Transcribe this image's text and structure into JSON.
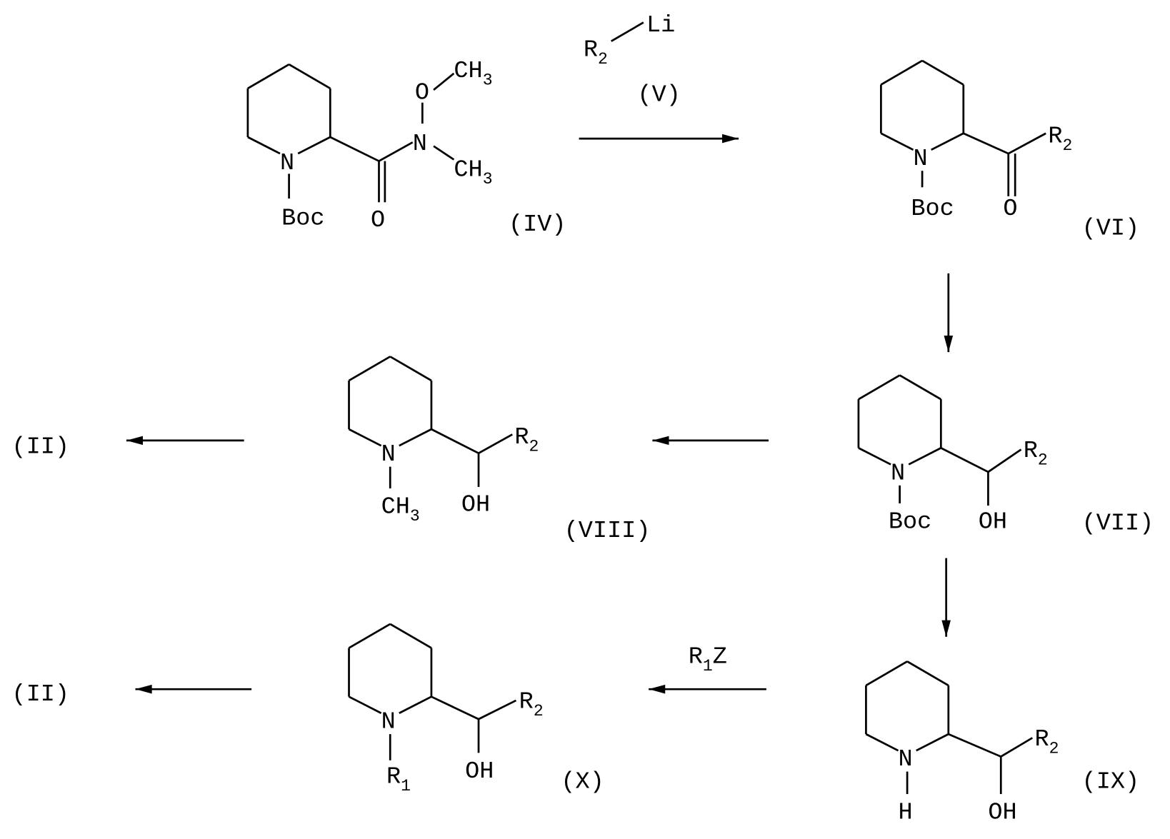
{
  "compounds": {
    "IV": {
      "label": "(IV)",
      "boc": "Boc",
      "n": "N",
      "o": "O",
      "n2": "N",
      "o2": "O",
      "me1": "CH",
      "me1_sub": "3",
      "me2": "CH",
      "me2_sub": "3"
    },
    "V": {
      "label": "(V)",
      "r": "R",
      "r_sub": "2",
      "li": "Li"
    },
    "VI": {
      "label": "(VI)",
      "n": "N",
      "boc": "Boc",
      "o": "O",
      "r": "R",
      "r_sub": "2"
    },
    "VII": {
      "label": "(VII)",
      "n": "N",
      "boc": "Boc",
      "oh": "OH",
      "r": "R",
      "r_sub": "2"
    },
    "VIII": {
      "label": "(VIII)",
      "n": "N",
      "me": "CH",
      "me_sub": "3",
      "oh": "OH",
      "r": "R",
      "r_sub": "2"
    },
    "IX": {
      "label": "(IX)",
      "n": "N",
      "h": "H",
      "oh": "OH",
      "r": "R",
      "r_sub": "2"
    },
    "X": {
      "label": "(X)",
      "n": "N",
      "r1": "R",
      "r1_sub": "1",
      "oh": "OH",
      "r": "R",
      "r_sub": "2"
    }
  },
  "reagents": {
    "r1z": {
      "r": "R",
      "sub": "1",
      "z": "Z"
    }
  },
  "products": {
    "II_top": "(II)",
    "II_bottom": "(II)"
  }
}
